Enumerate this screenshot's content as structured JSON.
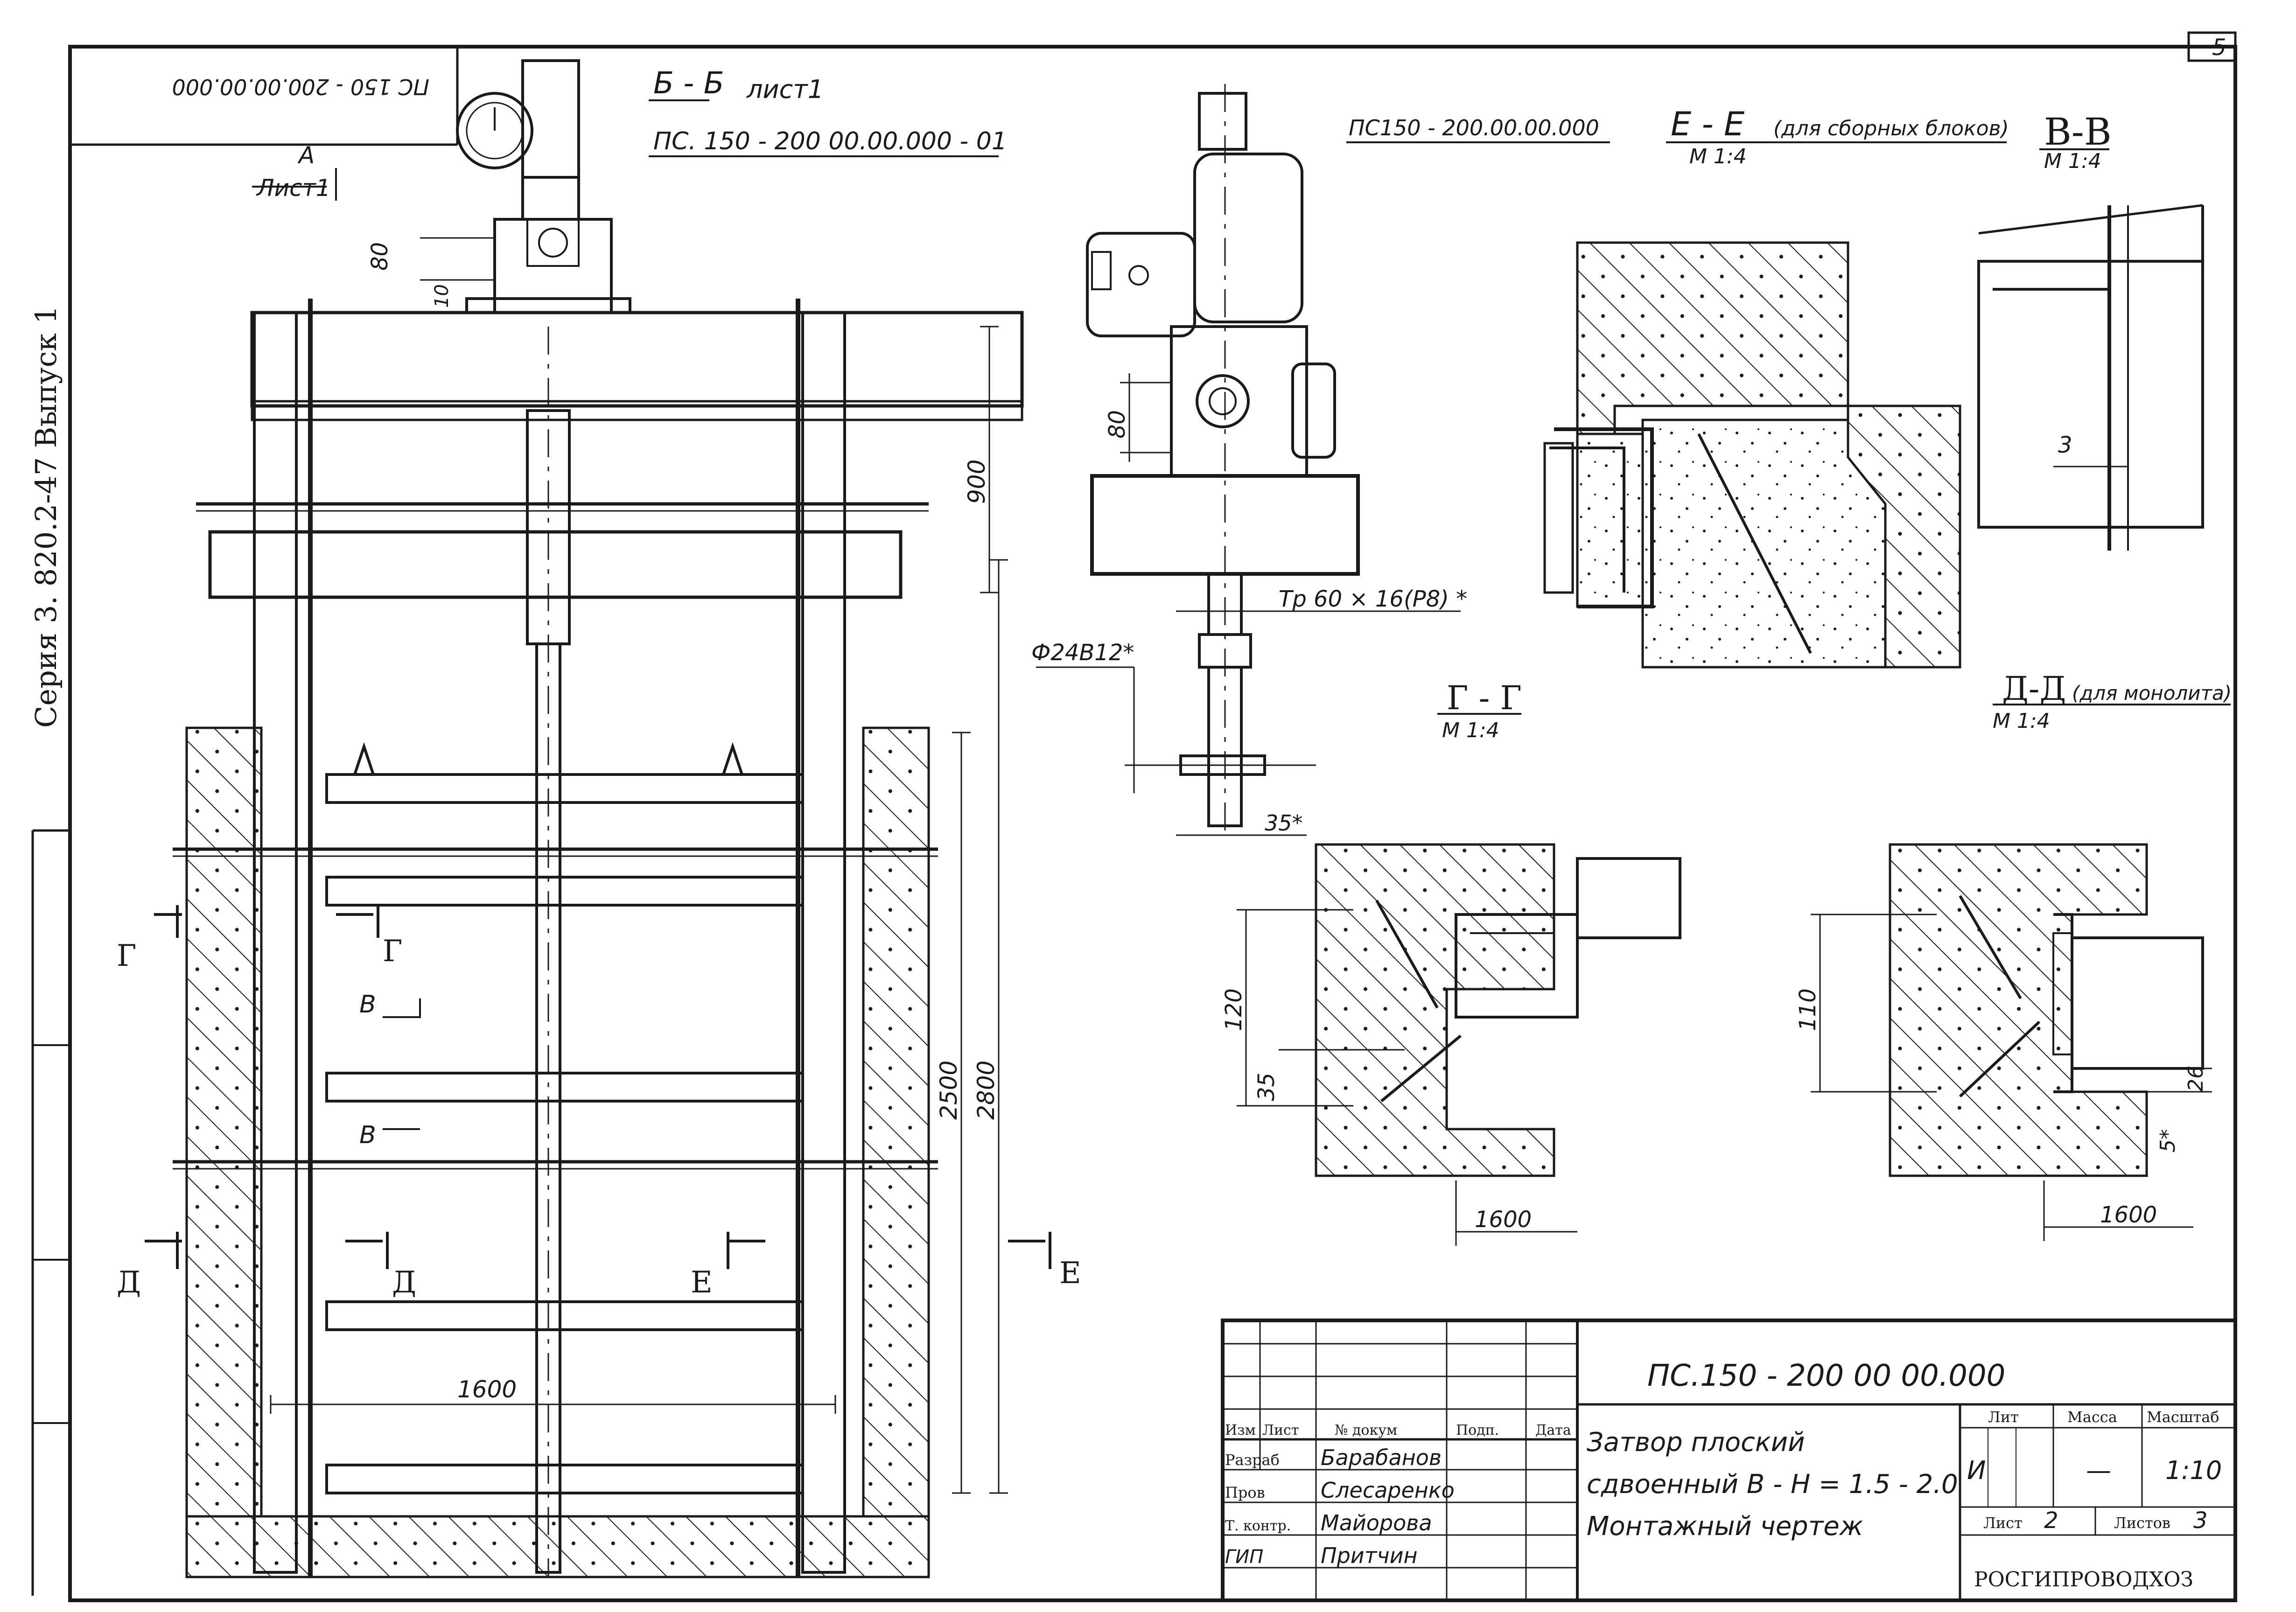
{
  "sheet": {
    "page_number": "5",
    "series_vertical": "Серия 3. 820.2-47 Выпуск 1",
    "mirrored_code": "ПС 150 - 200.00.00.000"
  },
  "main_view": {
    "section_title": "Б - Б",
    "section_sheet": "лист1",
    "code": "ПС. 150 - 200 00.00.000 - 01",
    "view_a": "А",
    "view_a_sheet": "Лист1",
    "dim_80": "80",
    "dim_10": "10",
    "dim_900": "900",
    "dim_2500": "2500",
    "dim_2800": "2800",
    "dim_1600": "1600",
    "cut_g": "Г",
    "cut_v": "В",
    "cut_d": "Д",
    "cut_e": "Е"
  },
  "drive_view": {
    "dim_80": "80",
    "thread": "Тр 60 × 16(Р8) *",
    "bore": "Ф24В12*",
    "dim_35": "35*"
  },
  "sections": {
    "ee_code": "ПС150 - 200.00.00.000",
    "ee_title": "Е - Е",
    "ee_note": "(для сборных блоков)",
    "ee_scale": "М 1:4",
    "vv_title": "В-В",
    "vv_scale": "М 1:4",
    "vv_dim": "3",
    "gg_title": "Г - Г",
    "gg_scale": "М 1:4",
    "gg_dim_120": "120",
    "gg_dim_35": "35",
    "gg_dim_1600": "1600",
    "dd_title": "Д-Д",
    "dd_note": "(для монолита)",
    "dd_scale": "М 1:4",
    "dd_dim_110": "110",
    "dd_dim_26": "26",
    "dd_dim_5": "5*",
    "dd_dim_1600": "1600"
  },
  "title_block": {
    "doc_code": "ПС.150 - 200 00 00.000",
    "name_line1": "Затвор плоский",
    "name_line2": "сдвоенный В - Н = 1.5 - 2.0",
    "name_line3": "Монтажный чертеж",
    "head_izm": "Изм",
    "head_list": "Лист",
    "head_ndoc": "№ докум",
    "head_podp": "Подп.",
    "head_data": "Дата",
    "role_razrab": "Разраб",
    "role_prov": "Пров",
    "role_tkontr": "Т. контр.",
    "role_gip": "ГИП",
    "name_razrab": "Барабанов",
    "name_prov": "Слесаренко",
    "name_tkontr": "Майорова",
    "name_gip": "Притчин",
    "lit_label": "Лит",
    "mass_label": "Масса",
    "scale_label": "Масштаб",
    "lit_value": "И",
    "mass_value": "—",
    "scale_value": "1:10",
    "sheet_label": "Лист",
    "sheet_value": "2",
    "sheets_label": "Листов",
    "sheets_value": "3",
    "org": "РОСГИПРОВОДХОЗ"
  }
}
